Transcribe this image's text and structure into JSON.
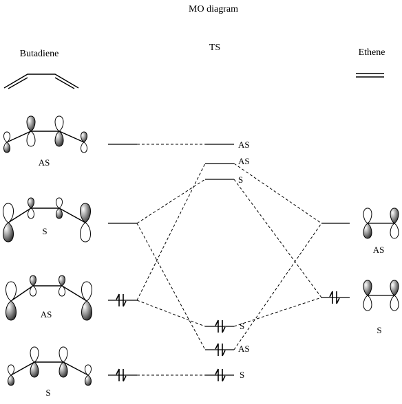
{
  "title": "MO diagram",
  "columns": {
    "butadiene": "Butadiene",
    "ts": "TS",
    "ethene": "Ethene"
  },
  "butadiene_orbitals": [
    {
      "symmetry": "AS"
    },
    {
      "symmetry": "S"
    },
    {
      "symmetry": "AS"
    },
    {
      "symmetry": "S"
    }
  ],
  "ts_levels": [
    {
      "symmetry": "AS"
    },
    {
      "symmetry": "AS"
    },
    {
      "symmetry": "S"
    },
    {
      "symmetry": "S"
    },
    {
      "symmetry": "AS"
    },
    {
      "symmetry": "S"
    }
  ],
  "ethene_orbitals": [
    {
      "symmetry": "AS"
    },
    {
      "symmetry": "S"
    }
  ]
}
